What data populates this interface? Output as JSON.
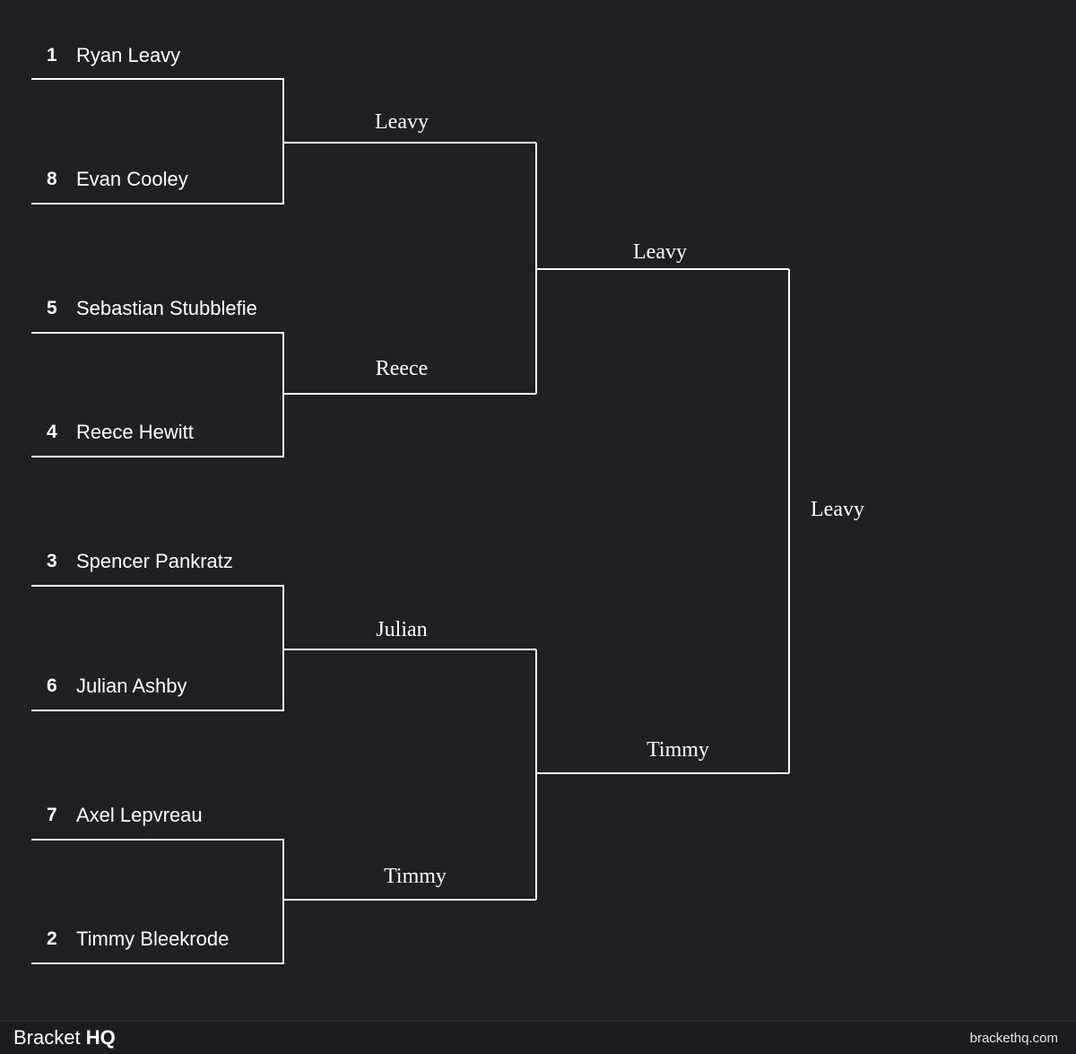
{
  "round1": [
    {
      "seed": "1",
      "name": "Ryan Leavy"
    },
    {
      "seed": "8",
      "name": "Evan Cooley"
    },
    {
      "seed": "5",
      "name": "Sebastian Stubblefie"
    },
    {
      "seed": "4",
      "name": "Reece Hewitt"
    },
    {
      "seed": "3",
      "name": "Spencer Pankratz"
    },
    {
      "seed": "6",
      "name": "Julian Ashby"
    },
    {
      "seed": "7",
      "name": "Axel Lepvreau"
    },
    {
      "seed": "2",
      "name": "Timmy Bleekrode"
    }
  ],
  "round2": [
    "Leavy",
    "Reece",
    "Julian",
    "Timmy"
  ],
  "round3": [
    "Leavy",
    "Timmy"
  ],
  "champion": "Leavy",
  "footer": {
    "brand_prefix": "Bracket ",
    "brand_bold": "HQ",
    "site": "brackethq.com"
  },
  "colors": {
    "background": "#1f2026",
    "line": "#ffffff"
  }
}
